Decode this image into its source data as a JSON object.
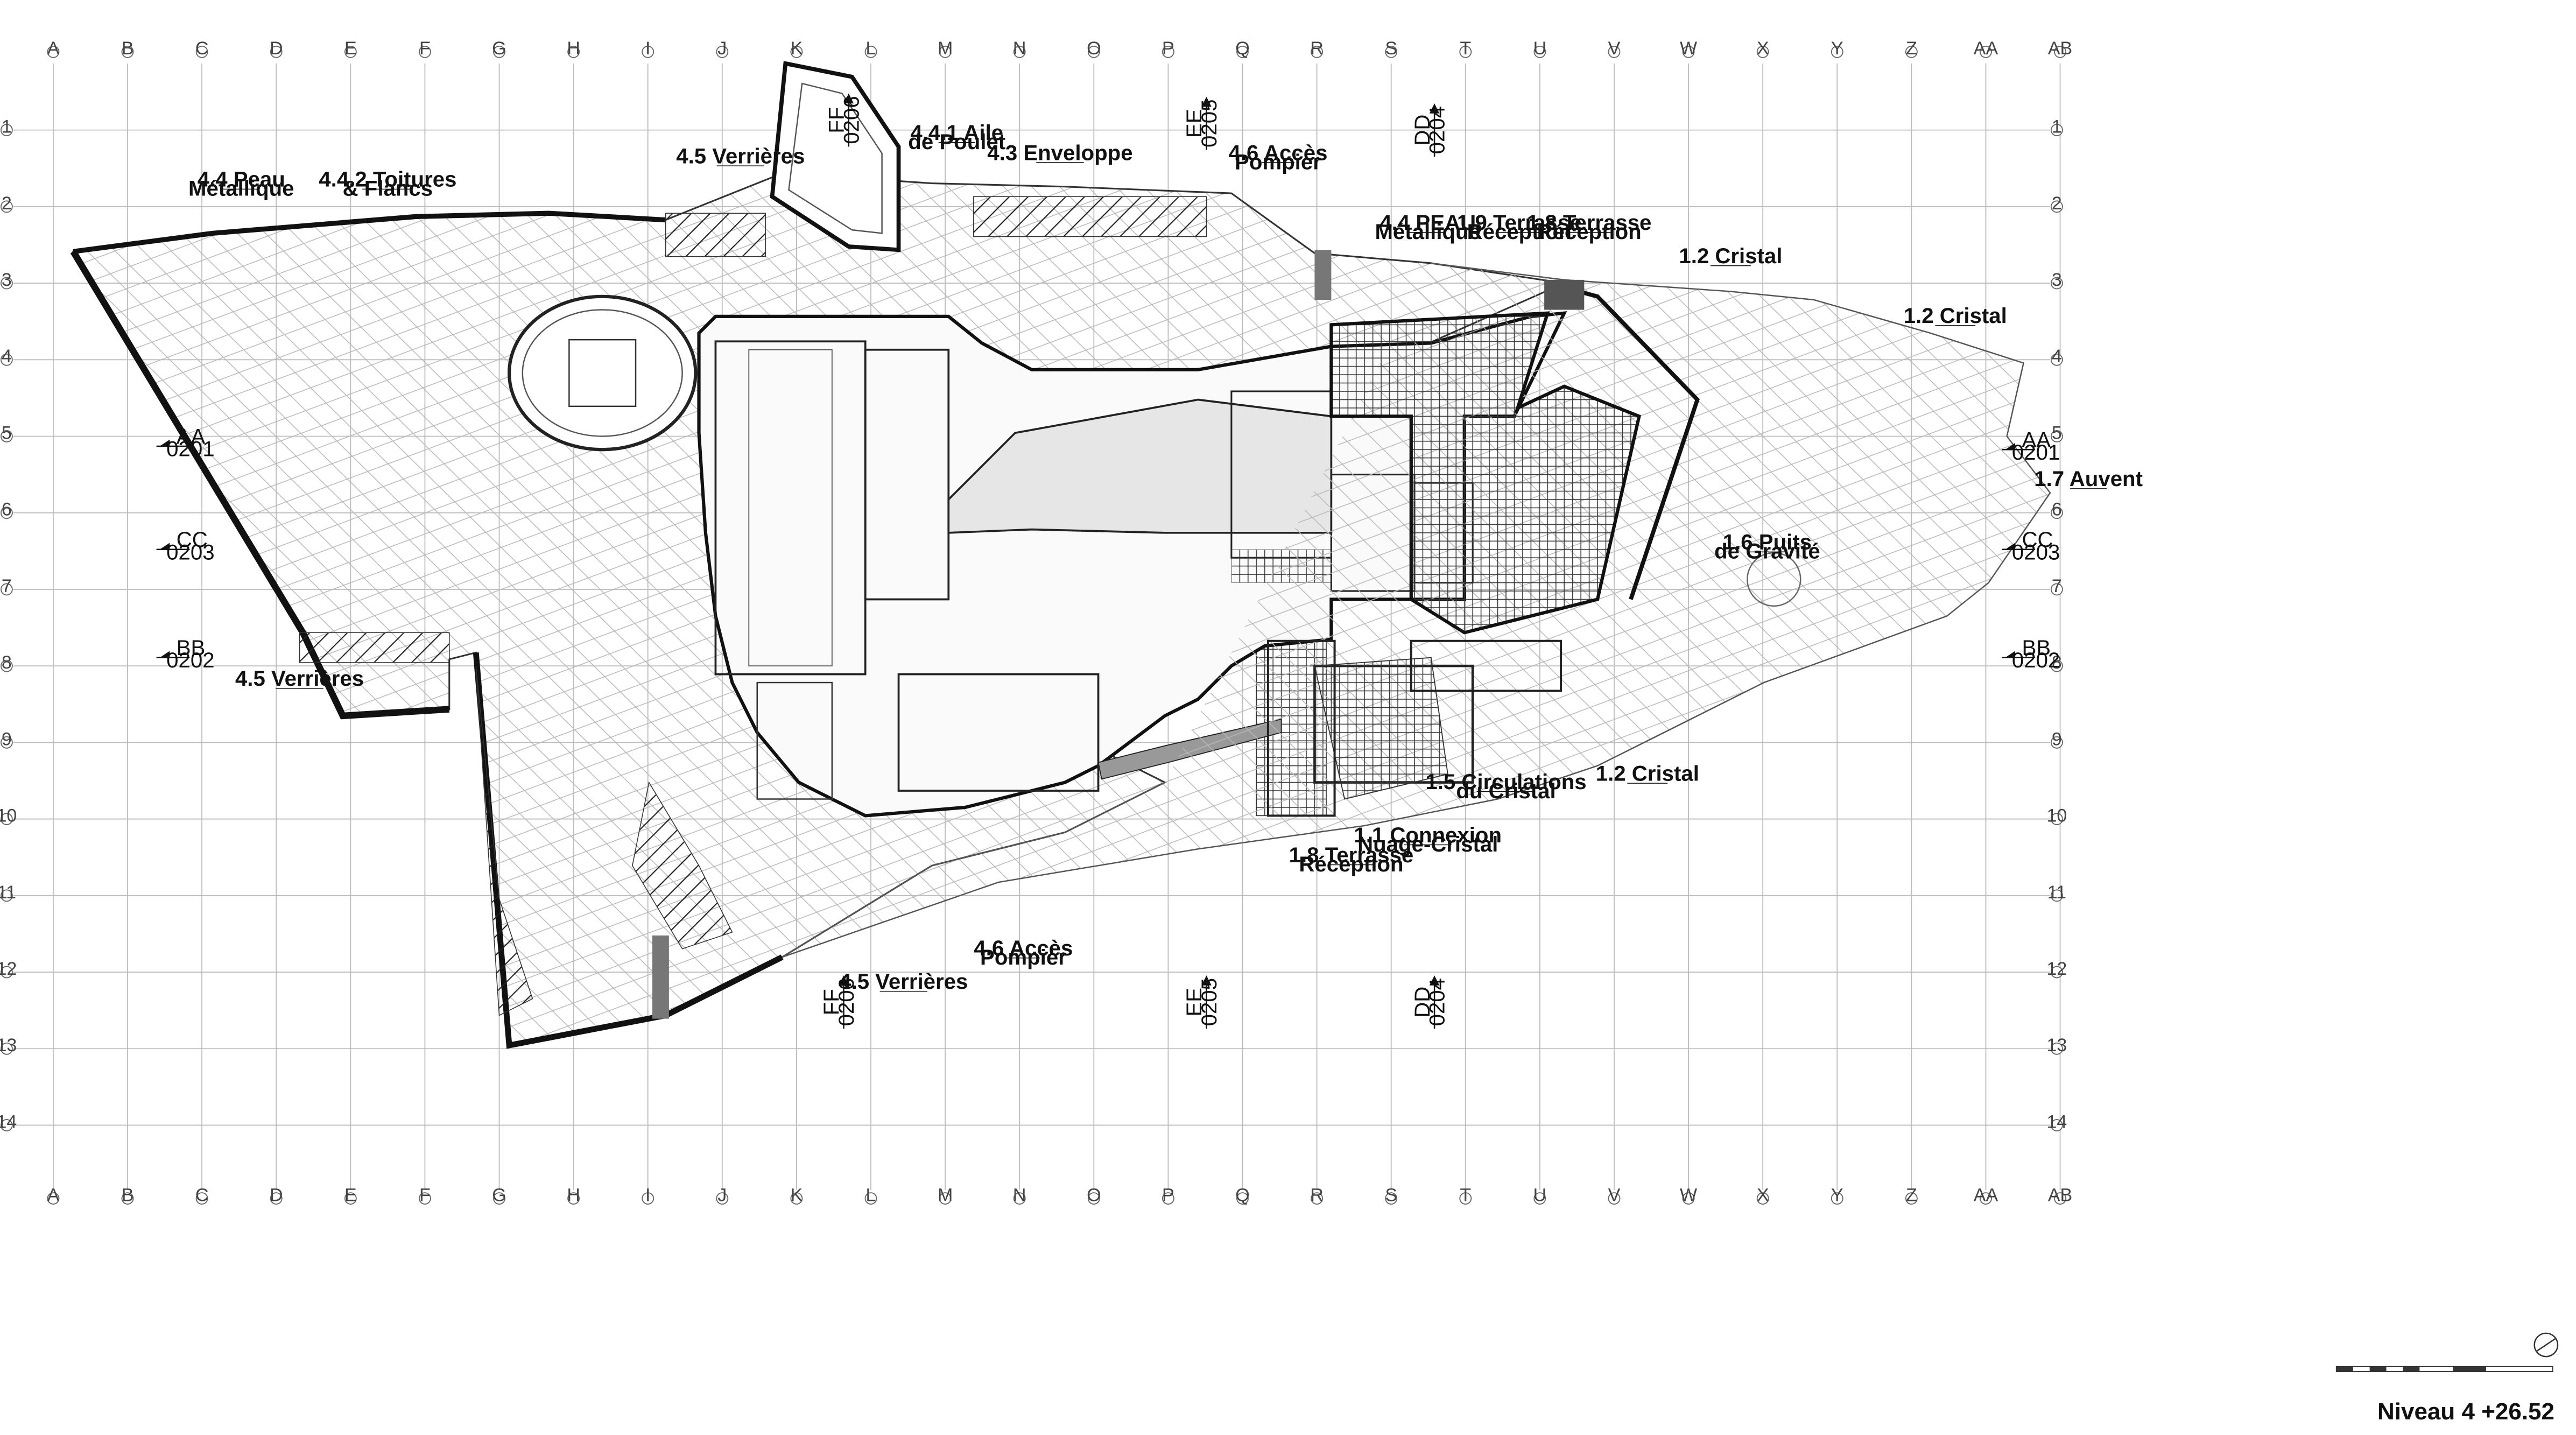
{
  "sheet": {
    "title": "Niveau 4 +26.52"
  },
  "grid": {
    "columns": [
      "A",
      "B",
      "C",
      "D",
      "E",
      "F",
      "G",
      "H",
      "I",
      "J",
      "K",
      "L",
      "M",
      "N",
      "O",
      "P",
      "Q",
      "R",
      "S",
      "T",
      "U",
      "V",
      "W",
      "X",
      "Y",
      "Z",
      "AA",
      "AB"
    ],
    "rows": [
      "1",
      "2",
      "3",
      "4",
      "5",
      "6",
      "7",
      "8",
      "9",
      "10",
      "11",
      "12",
      "13",
      "14"
    ]
  },
  "section_marks": [
    {
      "id": "ff-top",
      "label": "FF",
      "ref": "0206"
    },
    {
      "id": "ee-top",
      "label": "EE",
      "ref": "0205"
    },
    {
      "id": "dd-top",
      "label": "DD",
      "ref": "0204"
    },
    {
      "id": "ff-bottom",
      "label": "FF",
      "ref": "0206"
    },
    {
      "id": "ee-bottom",
      "label": "EE",
      "ref": "0205"
    },
    {
      "id": "dd-bottom",
      "label": "DD",
      "ref": "0204"
    },
    {
      "id": "aa-left",
      "label": "AA",
      "ref": "0201"
    },
    {
      "id": "cc-left",
      "label": "CC",
      "ref": "0203"
    },
    {
      "id": "bb-left",
      "label": "BB",
      "ref": "0202"
    },
    {
      "id": "aa-right",
      "label": "AA",
      "ref": "0201"
    },
    {
      "id": "cc-right",
      "label": "CC",
      "ref": "0203"
    },
    {
      "id": "bb-right",
      "label": "BB",
      "ref": "0202"
    }
  ],
  "annotations": [
    {
      "id": "peau-metallique-left",
      "lines": [
        "4.4 Peau",
        "Métallique"
      ]
    },
    {
      "id": "toitures-flancs",
      "lines": [
        "4.4.2 Toitures",
        "& Flancs"
      ]
    },
    {
      "id": "verrieres-top",
      "lines": [
        "4.5 Verrières"
      ]
    },
    {
      "id": "aile-poulet",
      "lines": [
        "4.4.1 Aile",
        "de Poulet"
      ]
    },
    {
      "id": "enveloppe",
      "lines": [
        "4.3 Enveloppe"
      ]
    },
    {
      "id": "acces-pompier-top",
      "lines": [
        "4.6 Accès",
        "Pompier"
      ]
    },
    {
      "id": "peau-metallique-right",
      "lines": [
        "4.4 PEAU",
        "Métallique"
      ]
    },
    {
      "id": "terrasse-reception-1",
      "lines": [
        "1.9 Terrasse",
        "Réception"
      ]
    },
    {
      "id": "terrasse-reception-2",
      "lines": [
        "1.8 Terrasse",
        "Réception"
      ]
    },
    {
      "id": "cristal-1",
      "lines": [
        "1.2 Cristal"
      ]
    },
    {
      "id": "cristal-2",
      "lines": [
        "1.2 Cristal"
      ]
    },
    {
      "id": "auvent",
      "lines": [
        "1.7 Auvent"
      ]
    },
    {
      "id": "puits-gravite",
      "lines": [
        "1.6 Puits",
        "de Gravité"
      ]
    },
    {
      "id": "verrieres-left",
      "lines": [
        "4.5 Verrières"
      ]
    },
    {
      "id": "circulations-cristal",
      "lines": [
        "1.5 Circulations",
        "du Cristal"
      ]
    },
    {
      "id": "cristal-3",
      "lines": [
        "1.2 Cristal"
      ]
    },
    {
      "id": "connexion-nuage",
      "lines": [
        "1.1 Connexion",
        "Nuage-Cristal"
      ]
    },
    {
      "id": "terrasse-reception-3",
      "lines": [
        "1.8 Terrasse",
        "Réception"
      ]
    },
    {
      "id": "acces-pompier-bottom",
      "lines": [
        "4.6 Accès",
        "Pompier"
      ]
    },
    {
      "id": "verrieres-bottom",
      "lines": [
        "4.5 Verrières"
      ]
    }
  ]
}
